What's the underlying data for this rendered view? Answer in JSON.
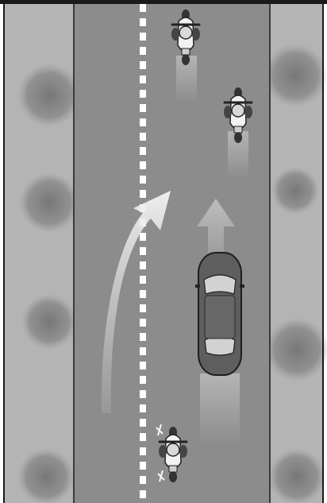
{
  "diagram": {
    "kind": "motorcycle-overtaking-illustration",
    "colors": {
      "frame": "#1a1a1a",
      "road": "#8a8a8a",
      "shoulder": "#b5b5b5",
      "tree": "#6f6f6f",
      "lane_marking": "#ffffff",
      "arrow": "#dcdcdc",
      "vehicle": "#5f5f5f",
      "motorcycle_body": "#f2f2f2"
    },
    "motorcycles_ahead": 2,
    "overtaking_motorcycles": 1,
    "car_direction": "up",
    "overtake_direction": "left-curve"
  }
}
